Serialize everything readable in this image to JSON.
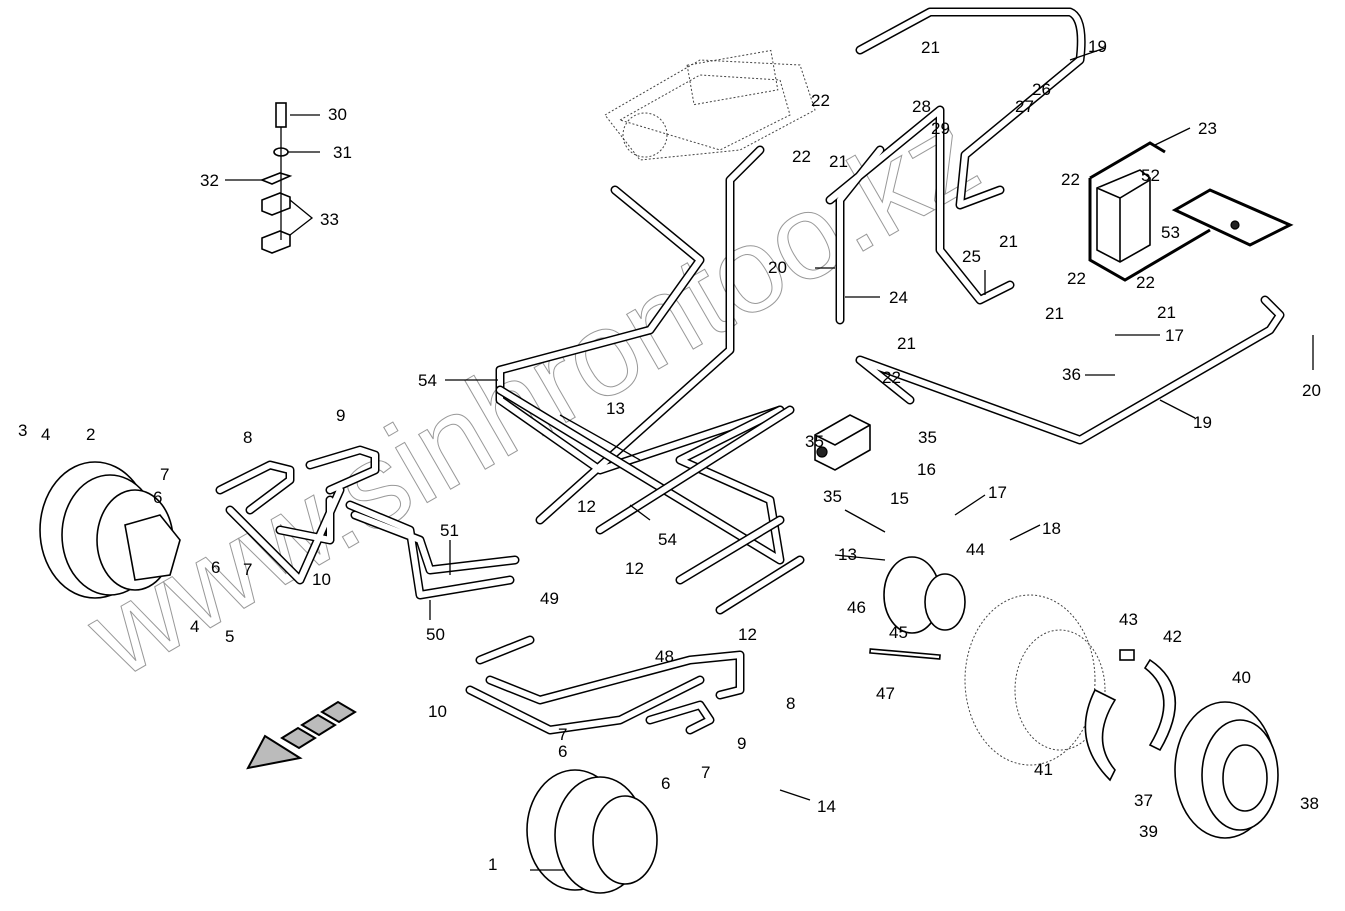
{
  "diagram": {
    "title": "Hydraulic drive motor piping and brake assembly – exploded parts view",
    "watermark": "www.sinhrontoo.kz",
    "direction_arrow": "forward-direction-arrow",
    "callouts": [
      {
        "id": "c1",
        "label": "1"
      },
      {
        "id": "c2",
        "label": "2"
      },
      {
        "id": "c3",
        "label": "3"
      },
      {
        "id": "c4a",
        "label": "4"
      },
      {
        "id": "c4b",
        "label": "4"
      },
      {
        "id": "c5",
        "label": "5"
      },
      {
        "id": "c6a",
        "label": "6"
      },
      {
        "id": "c6b",
        "label": "6"
      },
      {
        "id": "c6c",
        "label": "6"
      },
      {
        "id": "c6d",
        "label": "6"
      },
      {
        "id": "c7a",
        "label": "7"
      },
      {
        "id": "c7b",
        "label": "7"
      },
      {
        "id": "c7c",
        "label": "7"
      },
      {
        "id": "c7d",
        "label": "7"
      },
      {
        "id": "c8a",
        "label": "8"
      },
      {
        "id": "c8b",
        "label": "8"
      },
      {
        "id": "c9a",
        "label": "9"
      },
      {
        "id": "c9b",
        "label": "9"
      },
      {
        "id": "c10a",
        "label": "10"
      },
      {
        "id": "c10b",
        "label": "10"
      },
      {
        "id": "c12a",
        "label": "12"
      },
      {
        "id": "c12b",
        "label": "12"
      },
      {
        "id": "c12c",
        "label": "12"
      },
      {
        "id": "c13a",
        "label": "13"
      },
      {
        "id": "c13b",
        "label": "13"
      },
      {
        "id": "c14",
        "label": "14"
      },
      {
        "id": "c15",
        "label": "15"
      },
      {
        "id": "c16",
        "label": "16"
      },
      {
        "id": "c17a",
        "label": "17"
      },
      {
        "id": "c17b",
        "label": "17"
      },
      {
        "id": "c18",
        "label": "18"
      },
      {
        "id": "c19a",
        "label": "19"
      },
      {
        "id": "c19b",
        "label": "19"
      },
      {
        "id": "c20a",
        "label": "20"
      },
      {
        "id": "c20b",
        "label": "20"
      },
      {
        "id": "c21a",
        "label": "21"
      },
      {
        "id": "c21b",
        "label": "21"
      },
      {
        "id": "c21c",
        "label": "21"
      },
      {
        "id": "c21d",
        "label": "21"
      },
      {
        "id": "c21e",
        "label": "21"
      },
      {
        "id": "c21f",
        "label": "21"
      },
      {
        "id": "c22a",
        "label": "22"
      },
      {
        "id": "c22b",
        "label": "22"
      },
      {
        "id": "c22c",
        "label": "22"
      },
      {
        "id": "c22d",
        "label": "22"
      },
      {
        "id": "c22e",
        "label": "22"
      },
      {
        "id": "c22f",
        "label": "22"
      },
      {
        "id": "c23",
        "label": "23"
      },
      {
        "id": "c24",
        "label": "24"
      },
      {
        "id": "c25",
        "label": "25"
      },
      {
        "id": "c26",
        "label": "26"
      },
      {
        "id": "c27",
        "label": "27"
      },
      {
        "id": "c28",
        "label": "28"
      },
      {
        "id": "c29",
        "label": "29"
      },
      {
        "id": "c30",
        "label": "30"
      },
      {
        "id": "c31",
        "label": "31"
      },
      {
        "id": "c32",
        "label": "32"
      },
      {
        "id": "c33",
        "label": "33"
      },
      {
        "id": "c35a",
        "label": "35"
      },
      {
        "id": "c35b",
        "label": "35"
      },
      {
        "id": "c35c",
        "label": "35"
      },
      {
        "id": "c36",
        "label": "36"
      },
      {
        "id": "c37",
        "label": "37"
      },
      {
        "id": "c38",
        "label": "38"
      },
      {
        "id": "c39",
        "label": "39"
      },
      {
        "id": "c40",
        "label": "40"
      },
      {
        "id": "c41",
        "label": "41"
      },
      {
        "id": "c42",
        "label": "42"
      },
      {
        "id": "c43",
        "label": "43"
      },
      {
        "id": "c44",
        "label": "44"
      },
      {
        "id": "c45",
        "label": "45"
      },
      {
        "id": "c46",
        "label": "46"
      },
      {
        "id": "c47",
        "label": "47"
      },
      {
        "id": "c48",
        "label": "48"
      },
      {
        "id": "c49",
        "label": "49"
      },
      {
        "id": "c50",
        "label": "50"
      },
      {
        "id": "c51",
        "label": "51"
      },
      {
        "id": "c52",
        "label": "52"
      },
      {
        "id": "c53",
        "label": "53"
      },
      {
        "id": "c54a",
        "label": "54"
      },
      {
        "id": "c54b",
        "label": "54"
      }
    ]
  }
}
